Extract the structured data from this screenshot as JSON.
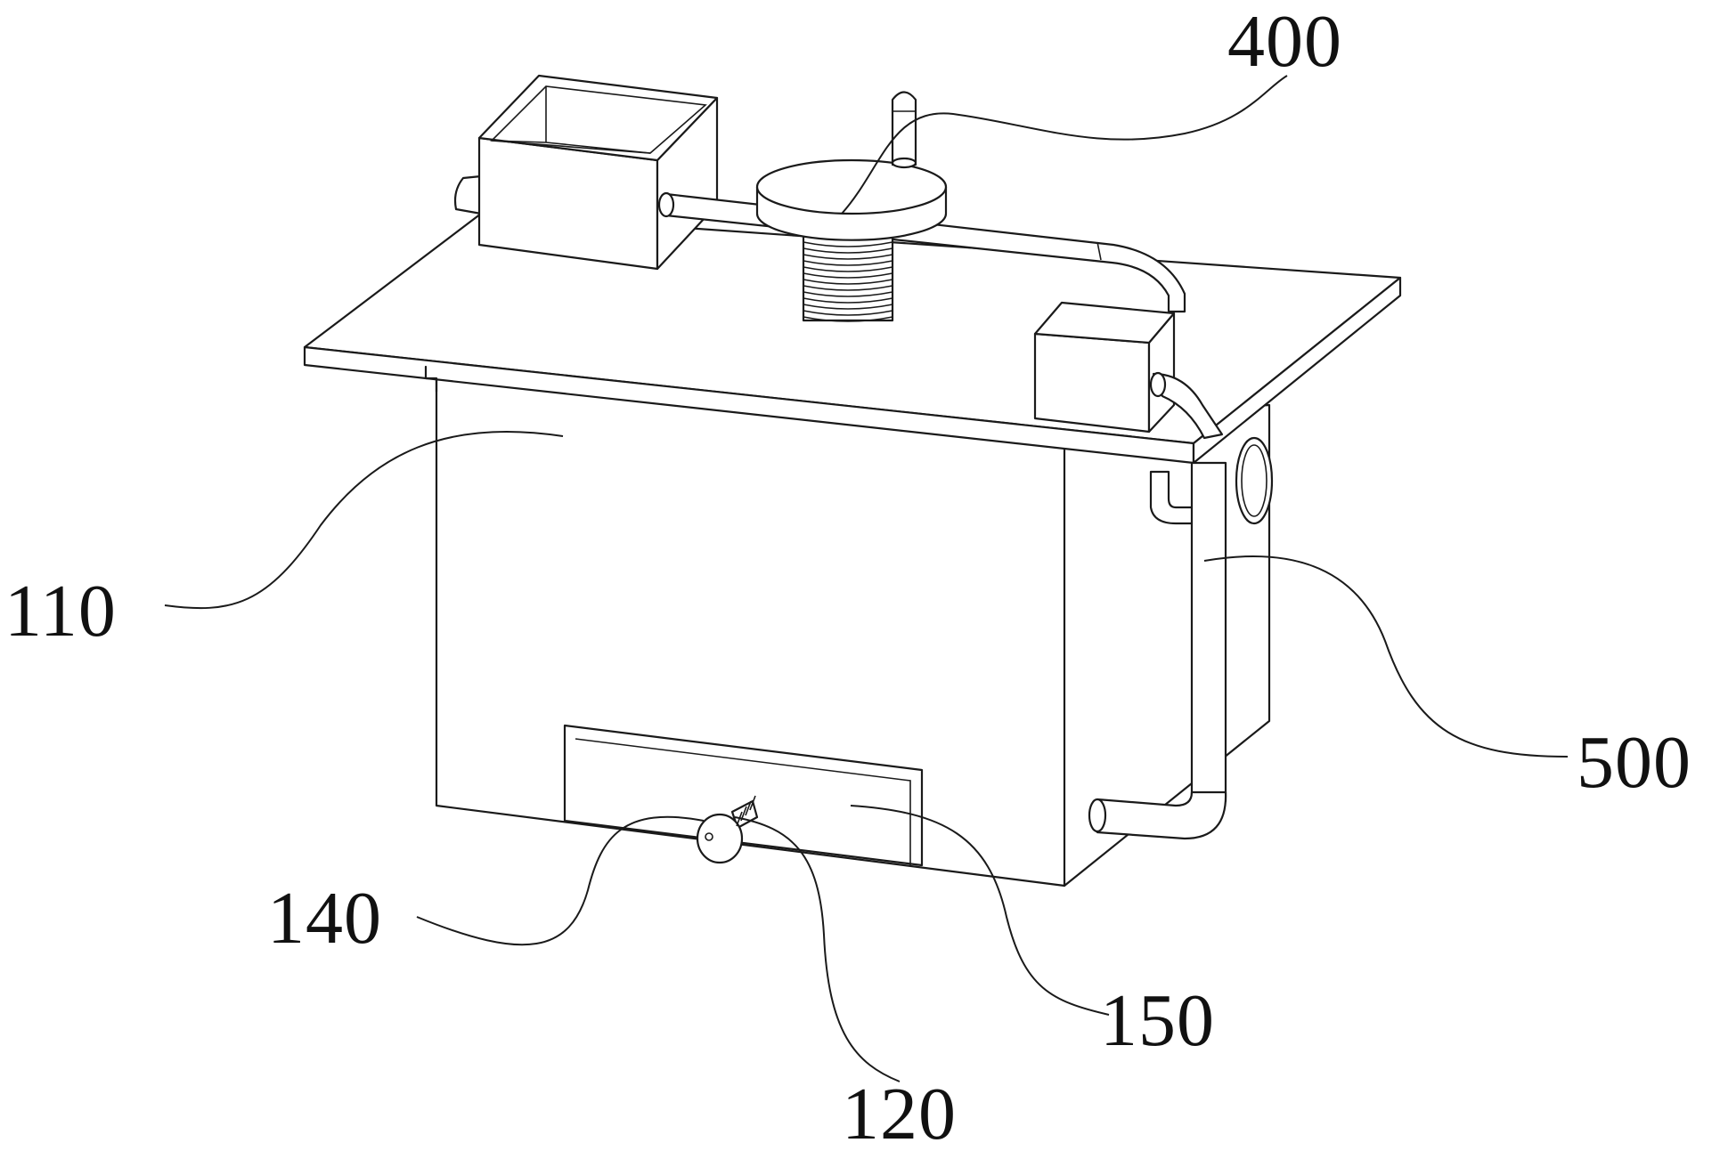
{
  "labels": {
    "l400": "400",
    "l110": "110",
    "l500": "500",
    "l140": "140",
    "l150": "150",
    "l120": "120"
  },
  "colors": {
    "stroke": "#1a1a1a",
    "background": "#ffffff"
  }
}
